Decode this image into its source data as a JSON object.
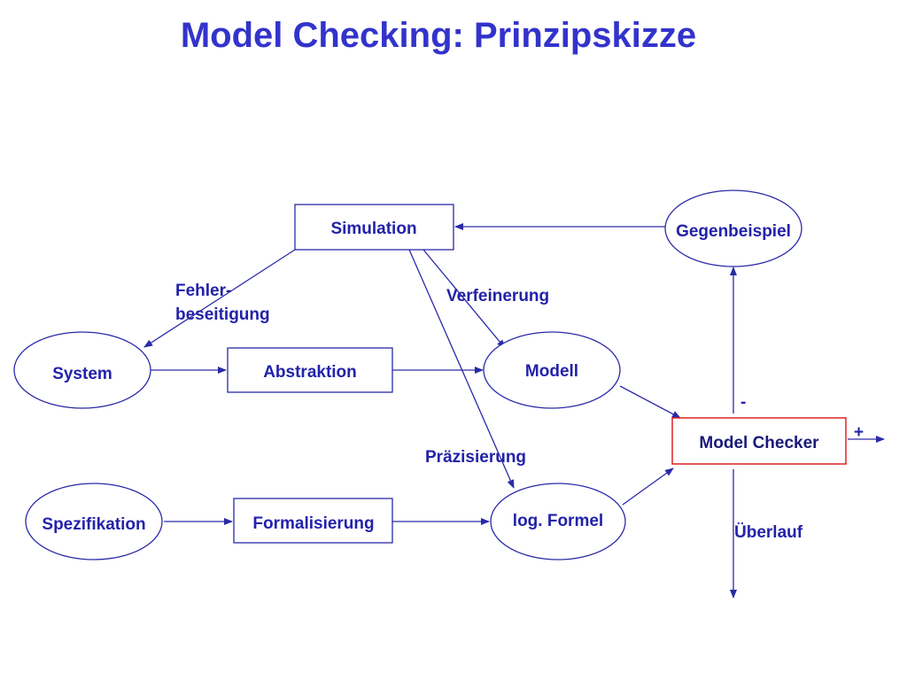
{
  "title": "Model Checking: Prinzipskizze",
  "colors": {
    "title": "#3333cc",
    "lines": "#2a2aa8",
    "model_checker_border": "#dd2222"
  },
  "nodes": {
    "simulation": "Simulation",
    "gegenbeispiel": "Gegenbeispiel",
    "system": "System",
    "abstraktion": "Abstraktion",
    "modell": "Modell",
    "model_checker": "Model Checker",
    "spezifikation": "Spezifikation",
    "formalisierung": "Formalisierung",
    "log_formel": "log. Formel"
  },
  "edge_labels": {
    "fehler_line1": "Fehler-",
    "fehler_line2": "beseitigung",
    "verfeinerung": "Verfeinerung",
    "praezisierung": "Präzisierung",
    "minus": "-",
    "plus": "+",
    "ueberlauf": "Überlauf"
  }
}
